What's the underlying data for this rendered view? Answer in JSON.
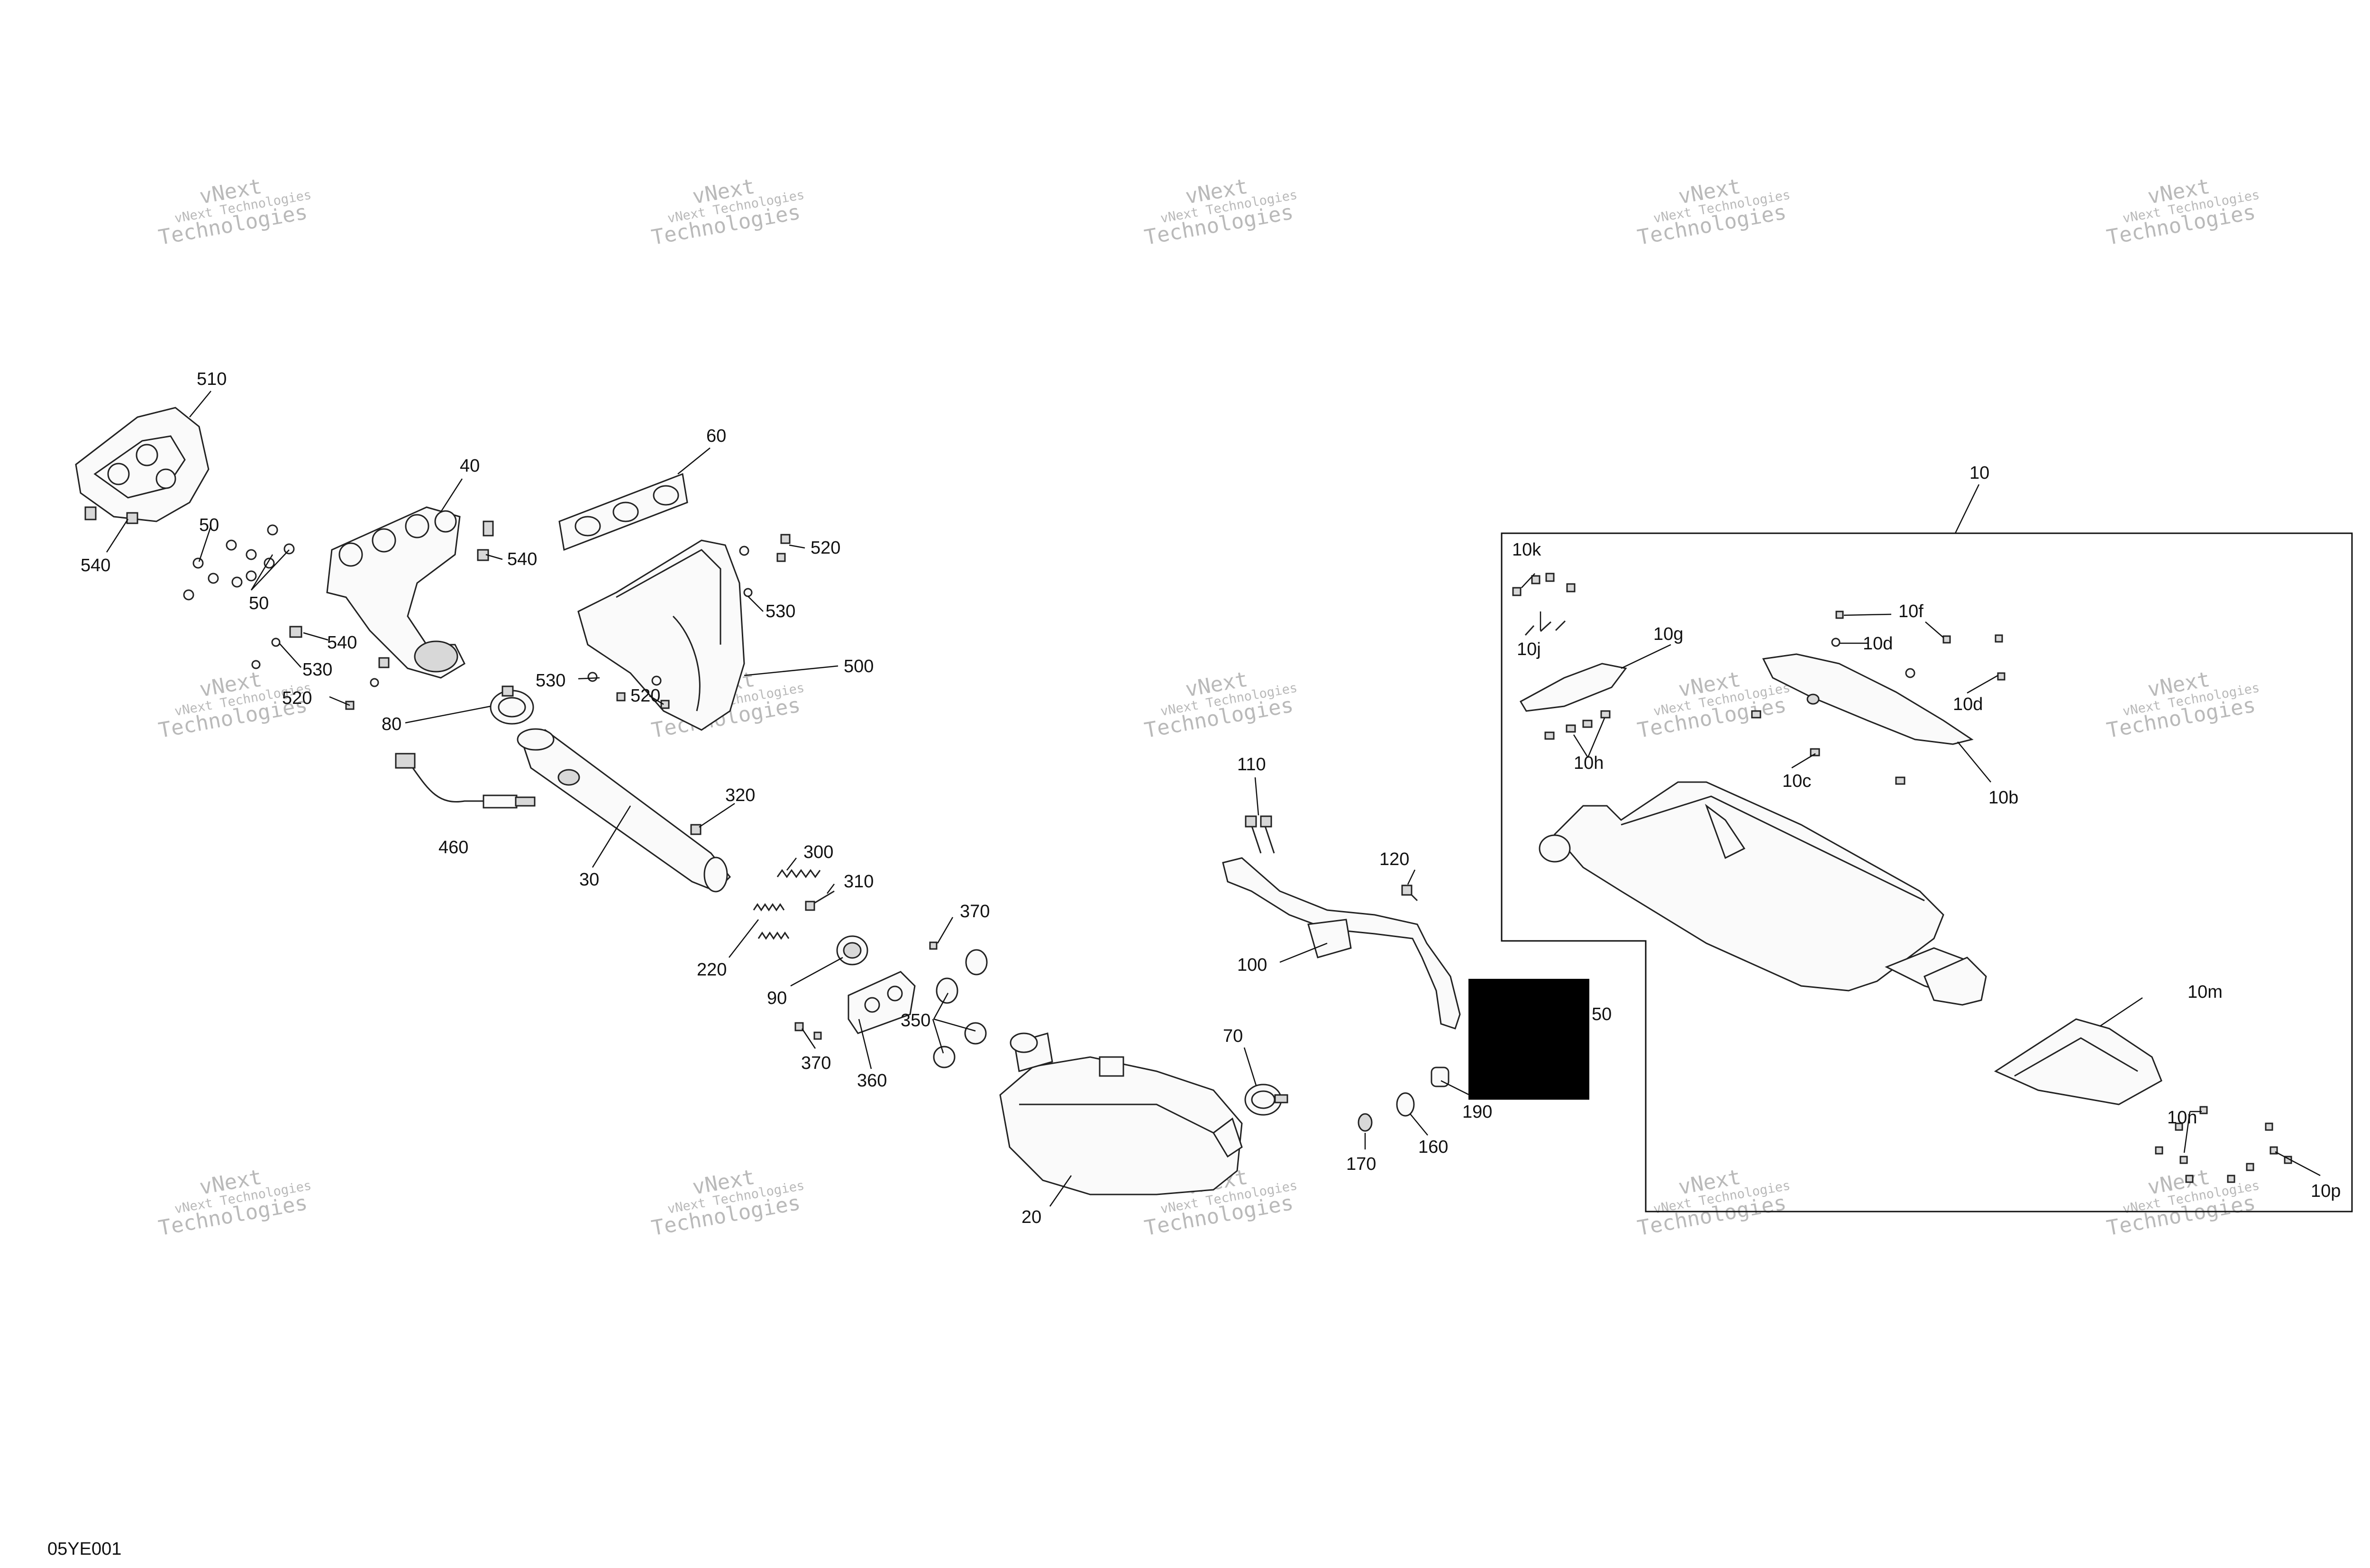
{
  "drawing_code": "05YE001",
  "watermark": {
    "line1": "vNext Technologies",
    "line2": "vNext",
    "line3": "Technologies"
  },
  "colors": {
    "line": "#222222",
    "watermark": "#b9b9b9",
    "redaction": "#000000",
    "background": "#ffffff"
  },
  "callouts": {
    "c510": "510",
    "c540a": "540",
    "c50a": "50",
    "c50b": "50",
    "c40": "40",
    "c540b": "540",
    "c60": "60",
    "c520a": "520",
    "c530a": "530",
    "c540c": "540",
    "c530b": "530",
    "c520b": "520",
    "c530c": "530",
    "c500": "500",
    "c520c": "520",
    "c80": "80",
    "c460": "460",
    "c320": "320",
    "c30": "30",
    "c300": "300",
    "c310": "310",
    "c220": "220",
    "c90": "90",
    "c370a": "370",
    "c370b": "370",
    "c350": "350",
    "c360": "360",
    "c20": "20",
    "c70": "70",
    "c110": "110",
    "c120": "120",
    "c100": "100",
    "c170": "170",
    "c160": "160",
    "c190": "190",
    "c50c": "50",
    "c10": "10",
    "c10k": "10k",
    "c10j": "10j",
    "c10g": "10g",
    "c10h": "10h",
    "c10f": "10f",
    "c10d_a": "10d",
    "c10d_b": "10d",
    "c10c": "10c",
    "c10b": "10b",
    "c10m": "10m",
    "c10n": "10n",
    "c10p": "10p"
  }
}
